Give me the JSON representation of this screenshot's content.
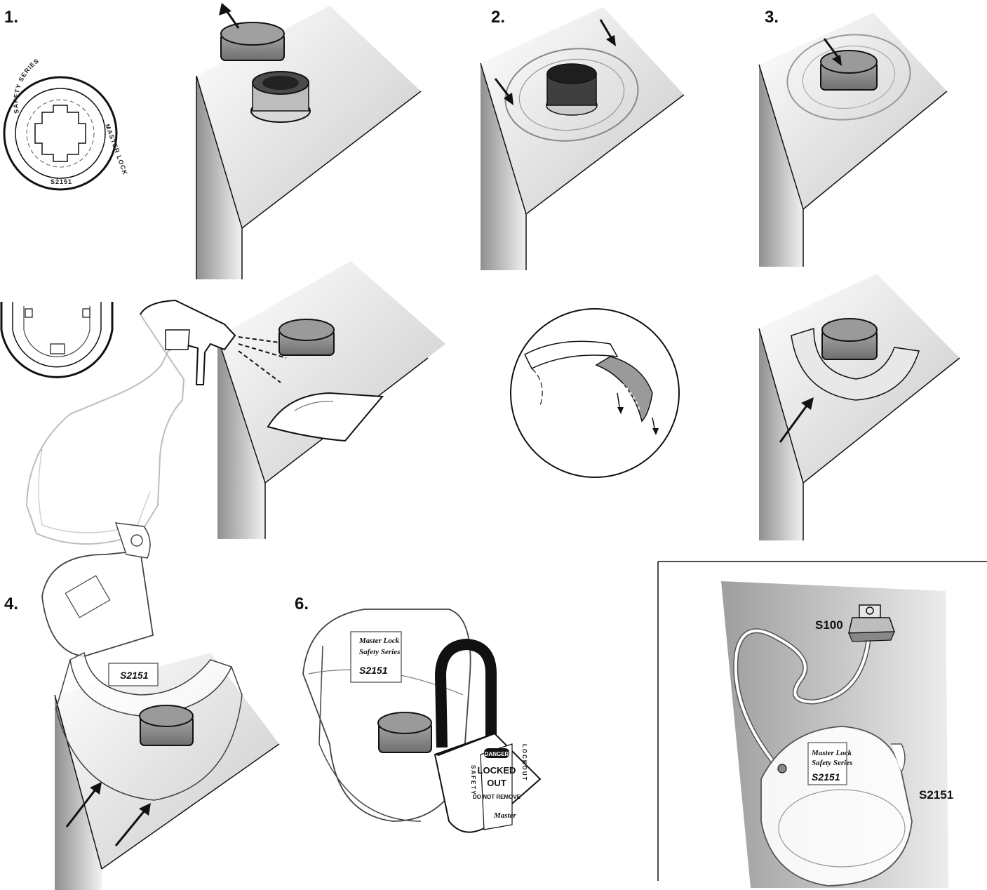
{
  "steps": {
    "s1": "1.",
    "s2": "2.",
    "s3": "3.",
    "s4": "4.",
    "s6": "6."
  },
  "ring_text": {
    "series": "SAFETY SERIES",
    "model": "S2151",
    "brand": "MASTER LOCK"
  },
  "cover": {
    "brand": "Master Lock",
    "series": "Safety Series",
    "model": "S2151"
  },
  "padlock": {
    "danger": "DANGER",
    "line1": "LOCKED",
    "line2": "OUT",
    "line3": "DO NOT REMOVE",
    "left_vertical": "SAFETY",
    "right_vertical": "LOCKOUT",
    "brand": "Master"
  },
  "inset": {
    "tag_label": "S100",
    "cover_label": "S2151"
  },
  "colors": {
    "ink": "#111111",
    "cap": "#8c8c8c",
    "surface_dark": "#9a9a9a",
    "surface_light": "#f4f4f4",
    "cover_outline": "#555555"
  }
}
